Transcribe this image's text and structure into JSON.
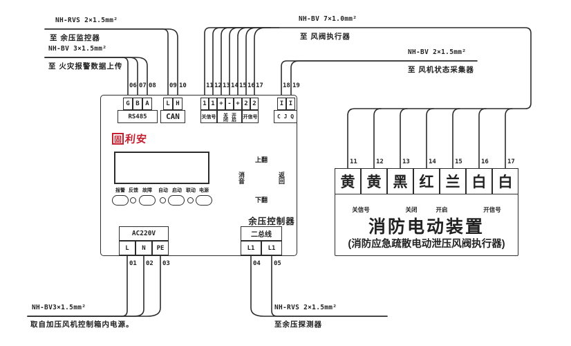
{
  "cables": {
    "monitor": {
      "spec": "NH-RVS 2×1.5mm²",
      "dest": "至 余压监控器"
    },
    "fire_alarm": {
      "spec": "NH-BV 3×1.5mm²",
      "dest": "至 火灾报警数据上传"
    },
    "valve": {
      "spec": "NH-BV 7×1.0mm²",
      "dest": "至 风阀执行器"
    },
    "fan_status": {
      "spec": "NH-BV 2×1.5mm²",
      "dest": "至 风机状态采集器"
    },
    "power_in": {
      "spec": "NH-BV3×1.5mm²",
      "dest": "取自加压风机控制箱内电源。"
    },
    "detector": {
      "spec": "NH-RVS 2×1.5mm²",
      "dest": "至余压探测器"
    }
  },
  "controller": {
    "name": "余压控制器",
    "logo": {
      "boxed": "固",
      "rest": "利安"
    },
    "top_numbers": [
      "06",
      "07",
      "08",
      "09",
      "10",
      "11",
      "12",
      "13",
      "14",
      "15",
      "16",
      "17",
      "18",
      "19"
    ],
    "rs485": {
      "cells": [
        "G",
        "B",
        "A"
      ],
      "label": "RS485"
    },
    "can": {
      "cells": [
        "L",
        "H"
      ],
      "label": "CAN"
    },
    "signal": {
      "cells": [
        "1",
        "1",
        "+",
        "-",
        "+",
        "2",
        "2"
      ],
      "close_signal": "关信号",
      "close": "关闭",
      "open": "开启",
      "open_signal": "开信号"
    },
    "cjq": {
      "cells": [
        "I",
        "I"
      ],
      "label": "C J Q"
    },
    "indicators": [
      "报警",
      "反馈",
      "故障",
      "自动",
      "启动",
      "联动",
      "电源"
    ],
    "nav": {
      "up": "上翻",
      "down": "下翻",
      "left": "消音",
      "right": "返回"
    },
    "power": {
      "label": "AC220V",
      "cells": [
        "L",
        "N",
        "PE"
      ]
    },
    "bus": {
      "label": "二总线",
      "cells": [
        "L1",
        "L1"
      ]
    },
    "bottom_numbers": [
      "01",
      "02",
      "03",
      "04",
      "05"
    ]
  },
  "device": {
    "title": "消防电动装置",
    "subtitle": "(消防应急疏散电动泄压风阀执行器)",
    "numbers": [
      "11",
      "12",
      "13",
      "14",
      "15",
      "16",
      "17"
    ],
    "colors": [
      "黄",
      "黄",
      "黑",
      "红",
      "兰",
      "白",
      "白"
    ],
    "groups": [
      "关信号",
      "关闭",
      "开启",
      "开信号"
    ]
  },
  "palette": {
    "line": "#2b2b2b",
    "logo_red": "#c41f2e"
  }
}
